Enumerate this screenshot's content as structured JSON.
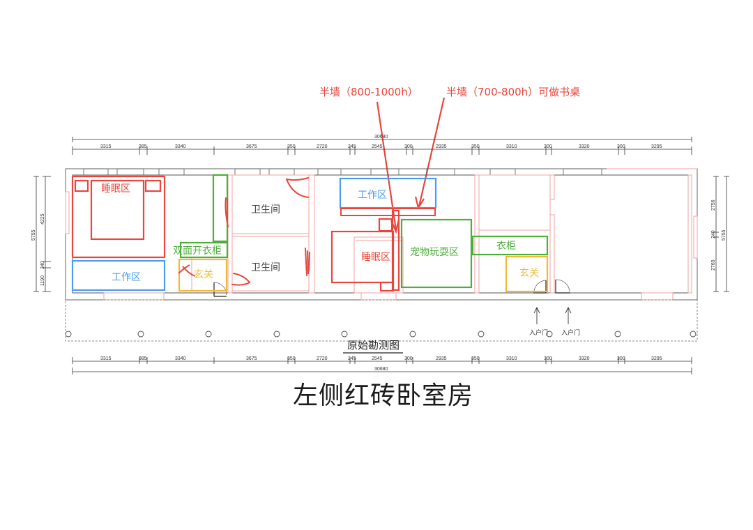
{
  "annotations": {
    "half_wall_1": "半墙（800-1000h）",
    "half_wall_2": "半墙（700-800h）可做书桌"
  },
  "dimensions": {
    "total": "30680",
    "top_segments": [
      "3315",
      "385",
      "3340",
      "3675",
      "350",
      "2720",
      "245",
      "2545",
      "300",
      "2935",
      "350",
      "3310",
      "300",
      "3320",
      "300",
      "3295"
    ],
    "bottom_segments": [
      "3315",
      "385",
      "3340",
      "3675",
      "350",
      "2720",
      "245",
      "2545",
      "300",
      "2935",
      "350",
      "3310",
      "300",
      "3320",
      "300",
      "3295"
    ],
    "left_outer": "5755",
    "left_segments": [
      "4225",
      "340",
      "1190"
    ],
    "right_outer": "5755",
    "right_segments": [
      "2756",
      "240",
      "2760"
    ]
  },
  "rooms": {
    "sleep_zone_left": "睡眠区",
    "work_zone_left": "工作区",
    "double_wardrobe": "双面开衣柜",
    "entry_left": "玄关",
    "bathroom_top": "卫生间",
    "bathroom_bottom": "卫生间",
    "work_zone_mid": "工作区",
    "sleep_zone_mid": "睡眠区",
    "pet_zone": "宠物玩耍区",
    "wardrobe": "衣柜",
    "entry_right": "玄关"
  },
  "entrances": [
    "入户门",
    "入户门"
  ],
  "drawing_caption": "原始勘测图",
  "title": "左侧红砖卧室房",
  "colors": {
    "red": "#e8463c",
    "blue": "#4a9cf0",
    "green": "#4caf3a",
    "yellow": "#f5b836",
    "wall_pink": "#f0a0a0",
    "line": "#444444"
  }
}
